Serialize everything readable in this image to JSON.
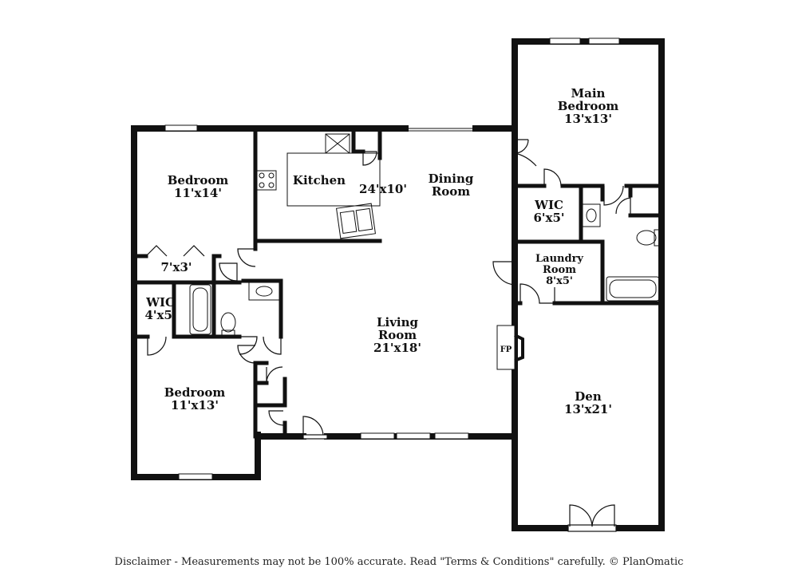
{
  "rooms": {
    "main_bedroom": {
      "name_line1": "Main",
      "name_line2": "Bedroom",
      "size": "13'x13'"
    },
    "bedroom_top": {
      "name": "Bedroom",
      "size": "11'x14'"
    },
    "closet": {
      "size": "7'x3'"
    },
    "wic_left": {
      "name": "WIC",
      "size": "4'x5'"
    },
    "bedroom_bottom": {
      "name": "Bedroom",
      "size": "11'x13'"
    },
    "kitchen": {
      "name": "Kitchen",
      "size": "24'x10'"
    },
    "dining": {
      "name_line1": "Dining",
      "name_line2": "Room"
    },
    "wic_right": {
      "name": "WIC",
      "size": "6'x5'"
    },
    "laundry": {
      "name_line1": "Laundry",
      "name_line2": "Room",
      "size": "8'x5'"
    },
    "living": {
      "name_line1": "Living",
      "name_line2": "Room",
      "size": "21'x18'"
    },
    "fireplace": {
      "label": "FP"
    },
    "den": {
      "name": "Den",
      "size": "13'x21'"
    }
  },
  "disclaimer": "Disclaimer - Measurements may not be 100% accurate. Read \"Terms & Conditions\" carefully. © PlanOmatic"
}
